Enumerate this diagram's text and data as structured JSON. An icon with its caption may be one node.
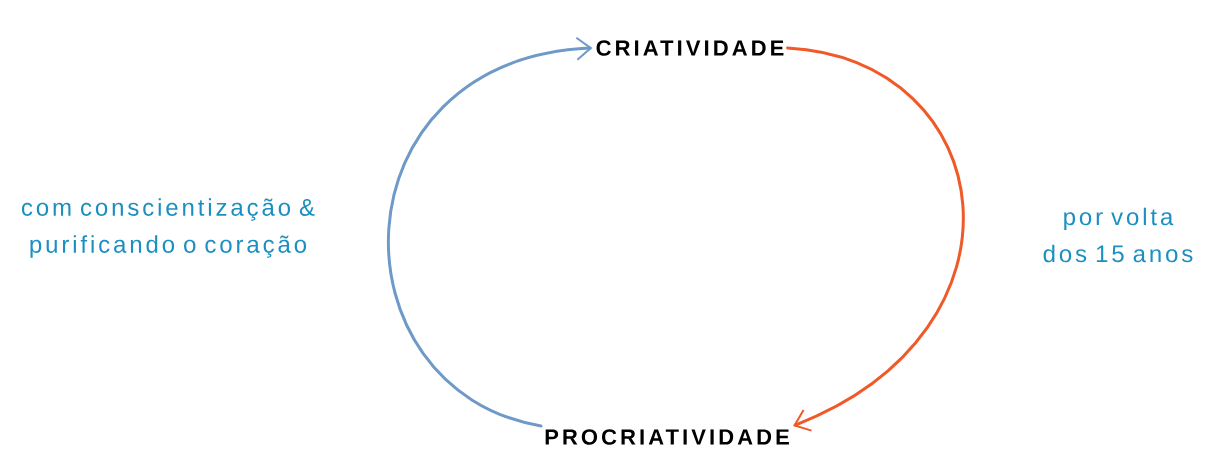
{
  "diagram": {
    "nodes": [
      {
        "text": [
          "CRIATIVIDADE"
        ]
      },
      {
        "text": [
          "PROCRIATIVIDADE"
        ]
      }
    ],
    "edges": [
      {
        "from": 0,
        "to": 1,
        "arrow": "to",
        "label": "por volta dos 15 anos",
        "color": "#f05a28"
      },
      {
        "from": 1,
        "to": 0,
        "arrow": "to",
        "label": "com conscientização & purificando o coração",
        "color": "#6f9ac8"
      }
    ]
  }
}
